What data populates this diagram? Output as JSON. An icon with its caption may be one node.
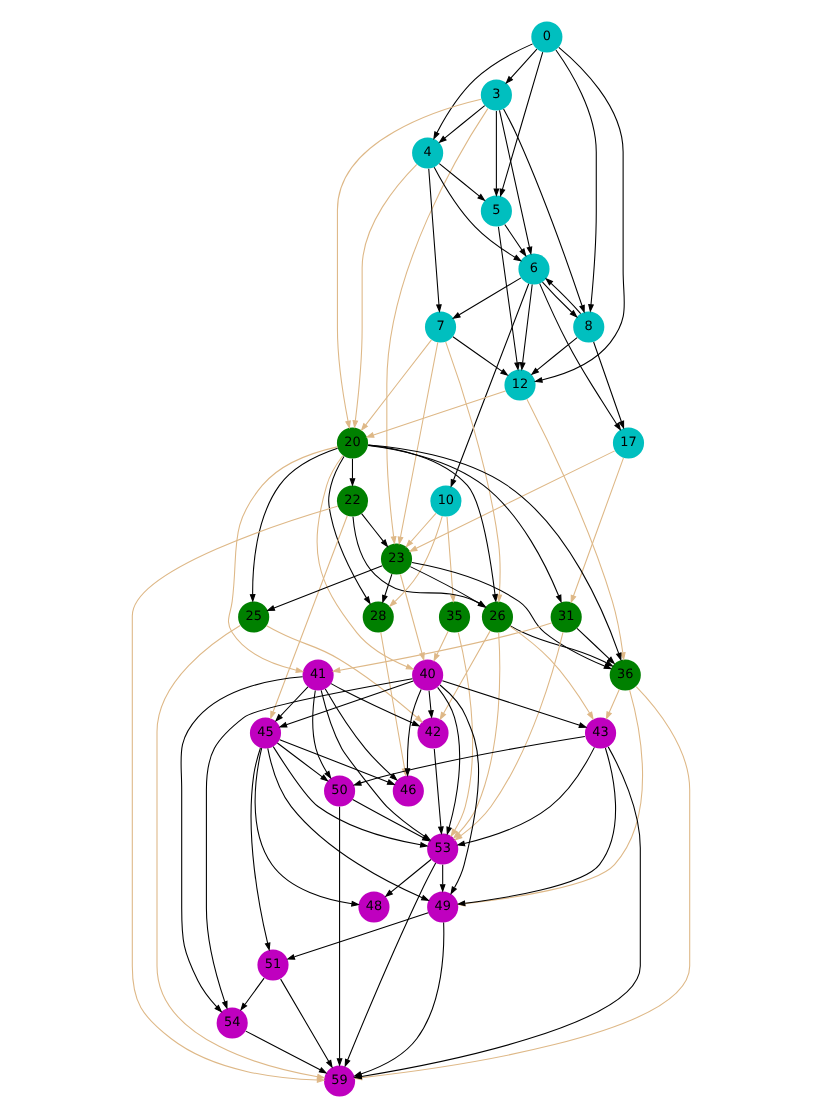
{
  "diagram": {
    "nodes": [
      {
        "text": [
          "0"
        ]
      },
      {
        "text": [
          "3"
        ]
      },
      {
        "text": [
          "4"
        ]
      },
      {
        "text": [
          "5"
        ]
      },
      {
        "text": [
          "6"
        ]
      },
      {
        "text": [
          "7"
        ]
      },
      {
        "text": [
          "8"
        ]
      },
      {
        "text": [
          "10"
        ]
      },
      {
        "text": [
          "12"
        ]
      },
      {
        "text": [
          "17"
        ]
      },
      {
        "text": [
          "20"
        ]
      },
      {
        "text": [
          "22"
        ]
      },
      {
        "text": [
          "23"
        ]
      },
      {
        "text": [
          "25"
        ]
      },
      {
        "text": [
          "26"
        ]
      },
      {
        "text": [
          "28"
        ]
      },
      {
        "text": [
          "31"
        ]
      },
      {
        "text": [
          "35"
        ]
      },
      {
        "text": [
          "36"
        ]
      },
      {
        "text": [
          "40"
        ]
      },
      {
        "text": [
          "41"
        ]
      },
      {
        "text": [
          "42"
        ]
      },
      {
        "text": [
          "43"
        ]
      },
      {
        "text": [
          "45"
        ]
      },
      {
        "text": [
          "46"
        ]
      },
      {
        "text": [
          "48"
        ]
      },
      {
        "text": [
          "49"
        ]
      },
      {
        "text": [
          "50"
        ]
      },
      {
        "text": [
          "51"
        ]
      },
      {
        "text": [
          "53"
        ]
      },
      {
        "text": [
          "54"
        ]
      },
      {
        "text": [
          "59"
        ]
      }
    ],
    "edges": [
      {
        "from": 0,
        "to": 3,
        "arrow": "to"
      },
      {
        "from": 0,
        "to": 6,
        "arrow": "to"
      },
      {
        "from": 0,
        "to": 1,
        "arrow": "to"
      },
      {
        "from": 0,
        "to": 2,
        "arrow": "to"
      },
      {
        "from": 0,
        "to": 8,
        "arrow": "to"
      },
      {
        "from": 2,
        "to": 4,
        "arrow": "to"
      },
      {
        "from": 2,
        "to": 3,
        "arrow": "to"
      },
      {
        "from": 2,
        "to": 5,
        "arrow": "to"
      },
      {
        "from": 5,
        "to": 8,
        "arrow": "to"
      },
      {
        "from": 1,
        "to": 3,
        "arrow": "to"
      },
      {
        "from": 1,
        "to": 6,
        "arrow": "to"
      },
      {
        "from": 1,
        "to": 4,
        "arrow": "to"
      },
      {
        "from": 1,
        "to": 2,
        "arrow": "to"
      },
      {
        "from": 4,
        "to": 8,
        "arrow": "to"
      },
      {
        "from": 3,
        "to": 4,
        "arrow": "to"
      },
      {
        "from": 3,
        "to": 8,
        "arrow": "to"
      },
      {
        "from": 4,
        "to": 6,
        "arrow": "to"
      },
      {
        "from": 6,
        "to": 4,
        "arrow": "to"
      },
      {
        "from": 6,
        "to": 8,
        "arrow": "to"
      },
      {
        "from": 6,
        "to": 9,
        "arrow": "to"
      },
      {
        "from": 4,
        "to": 7,
        "arrow": "to"
      },
      {
        "from": 4,
        "to": 9,
        "arrow": "to"
      },
      {
        "from": 4,
        "to": 5,
        "arrow": "to"
      },
      {
        "from": 12,
        "to": 15,
        "arrow": "to"
      },
      {
        "from": 11,
        "to": 12,
        "arrow": "to"
      },
      {
        "from": 12,
        "to": 13,
        "arrow": "to"
      },
      {
        "from": 12,
        "to": 14,
        "arrow": "to"
      },
      {
        "from": 12,
        "to": 18,
        "arrow": "to"
      },
      {
        "from": 10,
        "to": 11,
        "arrow": "to"
      },
      {
        "from": 10,
        "to": 15,
        "arrow": "to"
      },
      {
        "from": 10,
        "to": 13,
        "arrow": "to"
      },
      {
        "from": 10,
        "to": 14,
        "arrow": "to"
      },
      {
        "from": 10,
        "to": 16,
        "arrow": "to"
      },
      {
        "from": 10,
        "to": 18,
        "arrow": "to"
      },
      {
        "from": 11,
        "to": 14,
        "arrow": "to"
      },
      {
        "from": 14,
        "to": 18,
        "arrow": "to"
      },
      {
        "from": 16,
        "to": 18,
        "arrow": "to"
      },
      {
        "from": 1,
        "to": 12,
        "arrow": "to",
        "color": "#deb887"
      },
      {
        "from": 5,
        "to": 12,
        "arrow": "to",
        "color": "#deb887"
      },
      {
        "from": 7,
        "to": 12,
        "arrow": "to",
        "color": "#deb887"
      },
      {
        "from": 9,
        "to": 12,
        "arrow": "to",
        "color": "#deb887"
      },
      {
        "from": 8,
        "to": 10,
        "arrow": "to",
        "color": "#deb887"
      },
      {
        "from": 2,
        "to": 10,
        "arrow": "to",
        "color": "#deb887"
      },
      {
        "from": 5,
        "to": 10,
        "arrow": "to",
        "color": "#deb887"
      },
      {
        "from": 1,
        "to": 10,
        "arrow": "to",
        "color": "#deb887"
      },
      {
        "from": 8,
        "to": 18,
        "arrow": "to",
        "color": "#deb887"
      },
      {
        "from": 7,
        "to": 15,
        "arrow": "to",
        "color": "#deb887"
      },
      {
        "from": 9,
        "to": 16,
        "arrow": "to",
        "color": "#deb887"
      },
      {
        "from": 5,
        "to": 14,
        "arrow": "to",
        "color": "#deb887"
      },
      {
        "from": 7,
        "to": 17,
        "arrow": "to",
        "color": "#deb887"
      },
      {
        "from": 15,
        "to": 24,
        "arrow": "to",
        "color": "#deb887"
      },
      {
        "from": 11,
        "to": 23,
        "arrow": "to",
        "color": "#deb887"
      },
      {
        "from": 12,
        "to": 19,
        "arrow": "to",
        "color": "#deb887"
      },
      {
        "from": 13,
        "to": 21,
        "arrow": "to",
        "color": "#deb887"
      },
      {
        "from": 14,
        "to": 21,
        "arrow": "to",
        "color": "#deb887"
      },
      {
        "from": 17,
        "to": 19,
        "arrow": "to",
        "color": "#deb887"
      },
      {
        "from": 16,
        "to": 29,
        "arrow": "to",
        "color": "#deb887"
      },
      {
        "from": 14,
        "to": 22,
        "arrow": "to",
        "color": "#deb887"
      },
      {
        "from": 10,
        "to": 19,
        "arrow": "to",
        "color": "#deb887"
      },
      {
        "from": 10,
        "to": 20,
        "arrow": "to",
        "color": "#deb887"
      },
      {
        "from": 18,
        "to": 22,
        "arrow": "to",
        "color": "#deb887"
      },
      {
        "from": 18,
        "to": 31,
        "arrow": "to",
        "color": "#deb887"
      },
      {
        "from": 18,
        "to": 26,
        "arrow": "to",
        "color": "#deb887"
      },
      {
        "from": 13,
        "to": 31,
        "arrow": "to",
        "color": "#deb887"
      },
      {
        "from": 16,
        "to": 20,
        "arrow": "to",
        "color": "#deb887"
      },
      {
        "from": 14,
        "to": 29,
        "arrow": "to",
        "color": "#deb887"
      },
      {
        "from": 17,
        "to": 29,
        "arrow": "to",
        "color": "#deb887"
      },
      {
        "from": 11,
        "to": 31,
        "arrow": "to",
        "color": "#deb887"
      },
      {
        "from": 19,
        "to": 21,
        "arrow": "to"
      },
      {
        "from": 19,
        "to": 22,
        "arrow": "to"
      },
      {
        "from": 19,
        "to": 24,
        "arrow": "to"
      },
      {
        "from": 19,
        "to": 23,
        "arrow": "to"
      },
      {
        "from": 19,
        "to": 29,
        "arrow": "to"
      },
      {
        "from": 19,
        "to": 26,
        "arrow": "to"
      },
      {
        "from": 19,
        "to": 30,
        "arrow": "to"
      },
      {
        "from": 20,
        "to": 21,
        "arrow": "to"
      },
      {
        "from": 20,
        "to": 24,
        "arrow": "to"
      },
      {
        "from": 20,
        "to": 29,
        "arrow": "to"
      },
      {
        "from": 20,
        "to": 23,
        "arrow": "to"
      },
      {
        "from": 20,
        "to": 27,
        "arrow": "to"
      },
      {
        "from": 20,
        "to": 30,
        "arrow": "to"
      },
      {
        "from": 22,
        "to": 31,
        "arrow": "to"
      },
      {
        "from": 22,
        "to": 27,
        "arrow": "to"
      },
      {
        "from": 22,
        "to": 26,
        "arrow": "to"
      },
      {
        "from": 22,
        "to": 29,
        "arrow": "to"
      },
      {
        "from": 23,
        "to": 24,
        "arrow": "to"
      },
      {
        "from": 23,
        "to": 25,
        "arrow": "to"
      },
      {
        "from": 23,
        "to": 29,
        "arrow": "to"
      },
      {
        "from": 23,
        "to": 26,
        "arrow": "to"
      },
      {
        "from": 23,
        "to": 27,
        "arrow": "to"
      },
      {
        "from": 23,
        "to": 28,
        "arrow": "to"
      },
      {
        "from": 29,
        "to": 31,
        "arrow": "to"
      },
      {
        "from": 29,
        "to": 25,
        "arrow": "to"
      },
      {
        "from": 27,
        "to": 29,
        "arrow": "to"
      },
      {
        "from": 26,
        "to": 31,
        "arrow": "to"
      },
      {
        "from": 27,
        "to": 31,
        "arrow": "to"
      },
      {
        "from": 28,
        "to": 31,
        "arrow": "to"
      },
      {
        "from": 30,
        "to": 31,
        "arrow": "to"
      },
      {
        "from": 28,
        "to": 30,
        "arrow": "to"
      },
      {
        "from": 26,
        "to": 28,
        "arrow": "to"
      },
      {
        "from": 21,
        "to": 29,
        "arrow": "to"
      },
      {
        "from": 29,
        "to": 26,
        "arrow": "to"
      }
    ]
  }
}
